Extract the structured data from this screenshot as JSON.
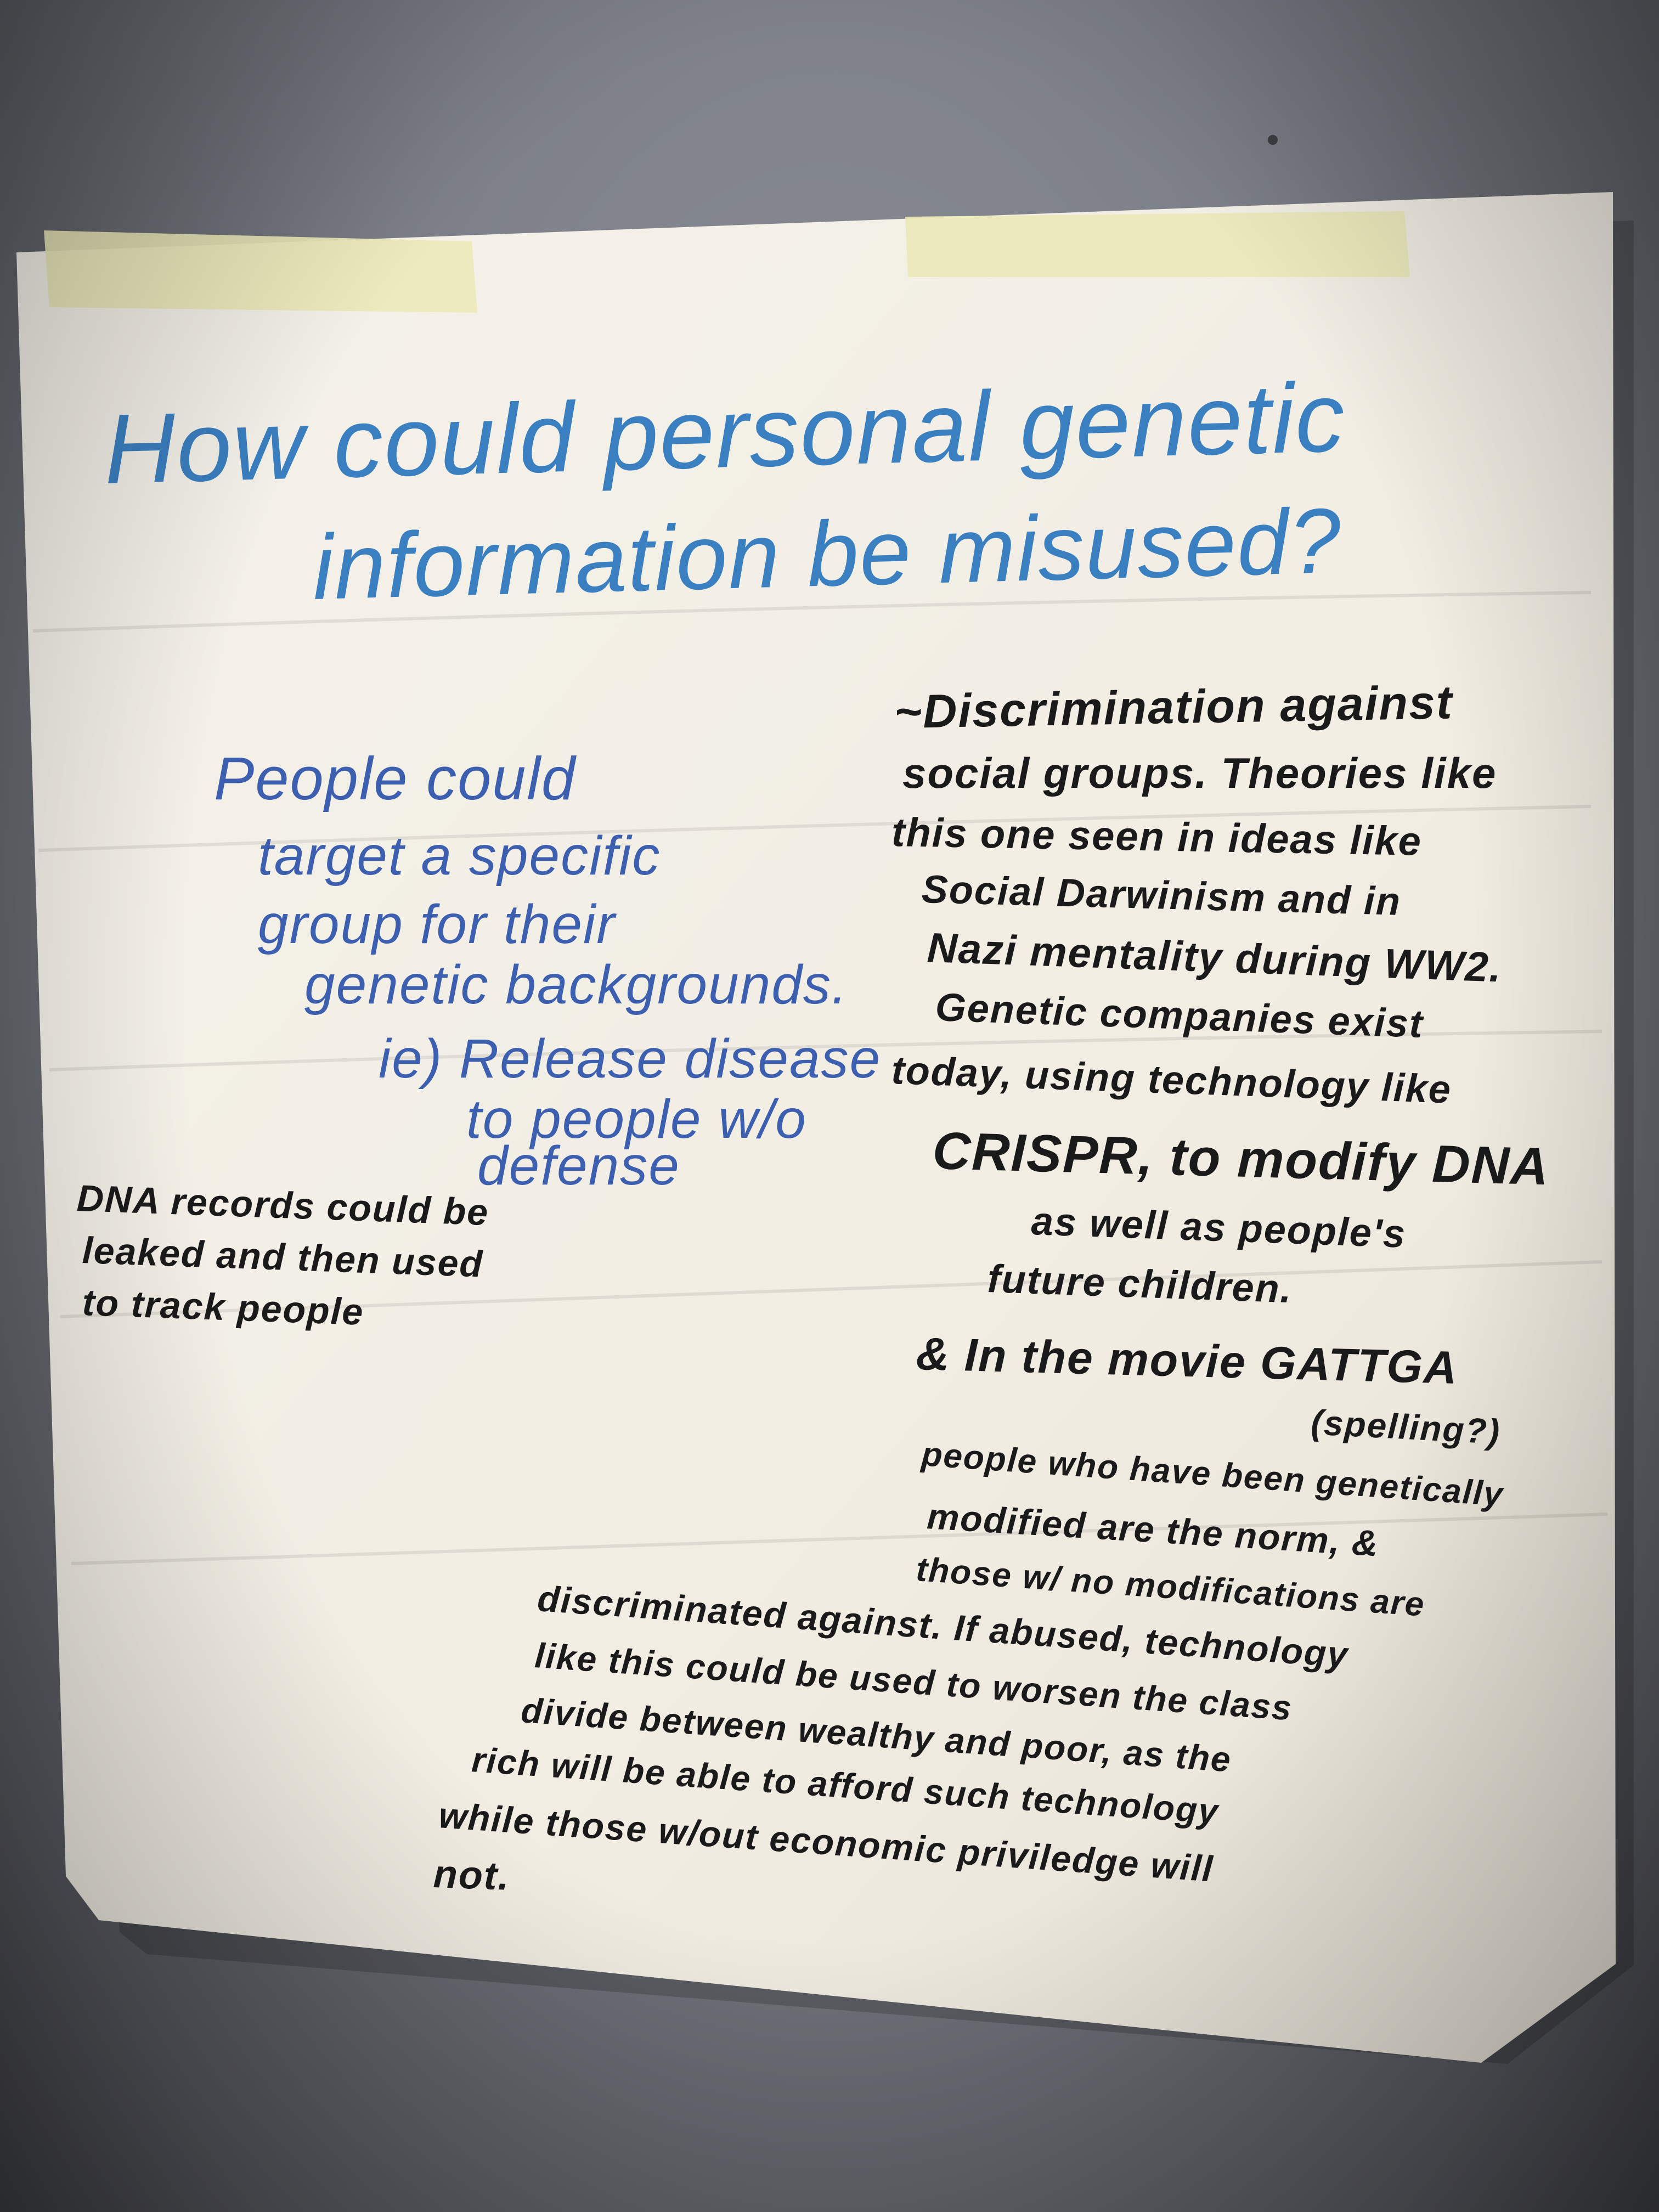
{
  "title": {
    "line1": "How could personal genetic",
    "line2": "information be misused?"
  },
  "left_note": {
    "lines": [
      "People could",
      "target a specific",
      "group for their",
      "genetic backgrounds.",
      "ie) Release disease",
      "to people w/o",
      "defense"
    ]
  },
  "leak_note": {
    "lines": [
      "DNA records could be",
      "leaked and then used",
      "to track people"
    ]
  },
  "right_note": {
    "lines": [
      "~Discrimination against",
      "social groups. Theories like",
      "this one seen in ideas like",
      "Social Darwinism and in",
      "Nazi mentality during WW2.",
      "Genetic companies exist",
      "today, using technology like",
      "CRISPR, to modify DNA",
      "as well as people's",
      "future children.",
      "& In the movie GATTGA",
      "(spelling?)",
      "people who have been genetically",
      "modified are the norm, &",
      "those w/ no modifications are",
      "discriminated against. If abused, technology",
      "like this could be used to worsen the class",
      "divide between wealthy and poor, as the",
      "rich will be able to afford such technology",
      "while those w/out economic priviledge will",
      "not."
    ]
  },
  "colors": {
    "wall": "#7c7f87",
    "paper": "#f3efe6",
    "tape": "#ece9b8",
    "blue_ink": "#3a7fc0",
    "dark_blue_ink": "#3d5fb0",
    "black_ink": "#1a1a1a"
  }
}
